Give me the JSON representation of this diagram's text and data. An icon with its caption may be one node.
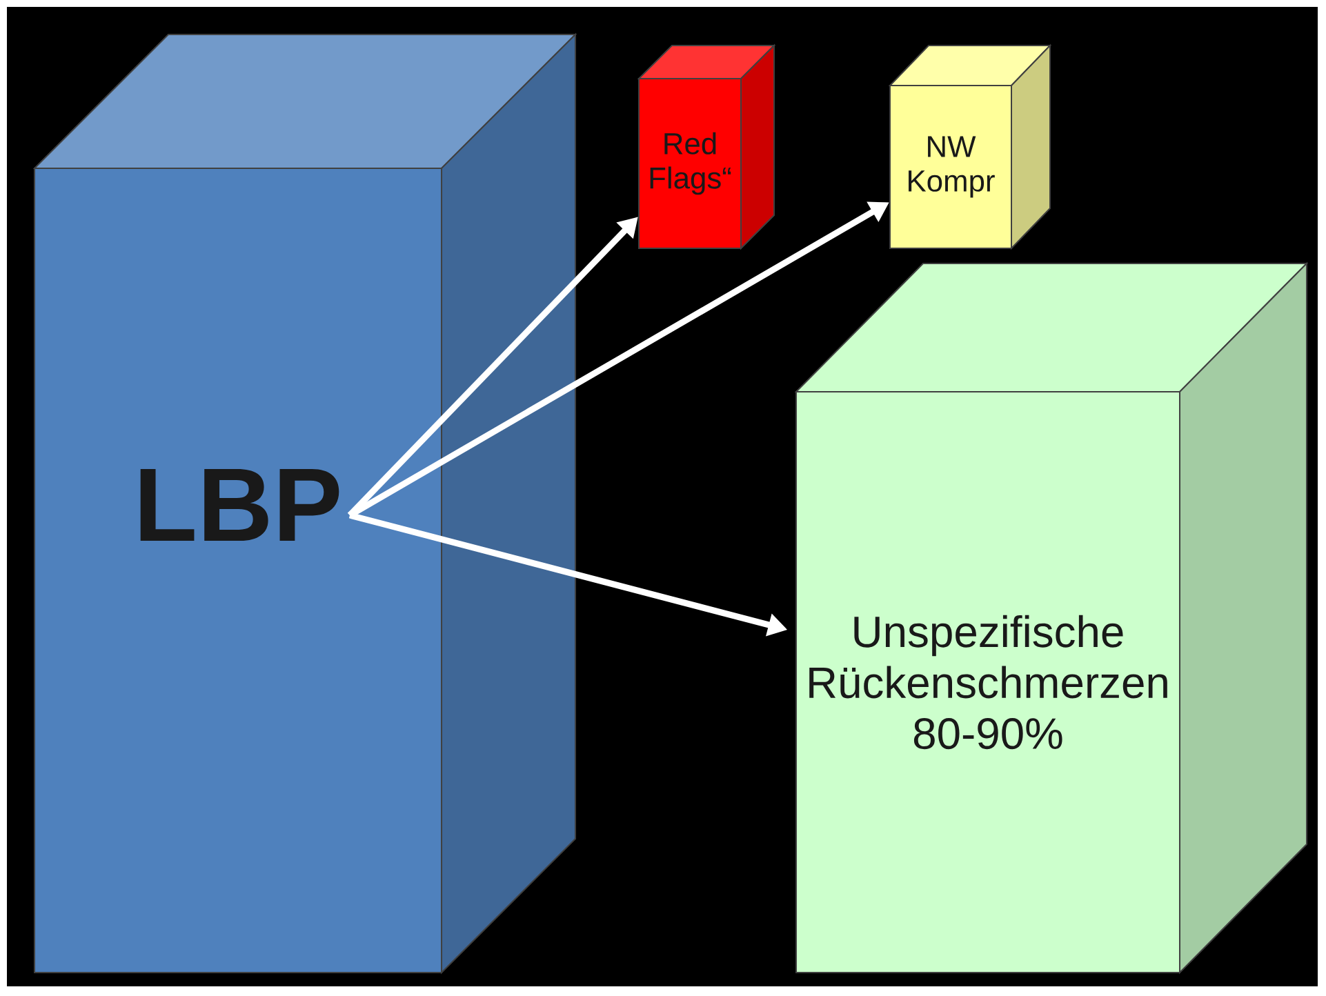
{
  "diagram": {
    "nodes": [
      {
        "text": [
          "LBP"
        ]
      },
      {
        "text": [
          "Red Flags“"
        ]
      },
      {
        "text": [
          "NW Kompr"
        ]
      },
      {
        "text": [
          "Unspezifische Rückenschmerzen 80-90%"
        ]
      }
    ],
    "edges": [
      {
        "from": 0,
        "to": 1,
        "arrow": "to"
      },
      {
        "from": 0,
        "to": 2,
        "arrow": "to"
      },
      {
        "from": 0,
        "to": 3,
        "arrow": "to"
      }
    ]
  }
}
